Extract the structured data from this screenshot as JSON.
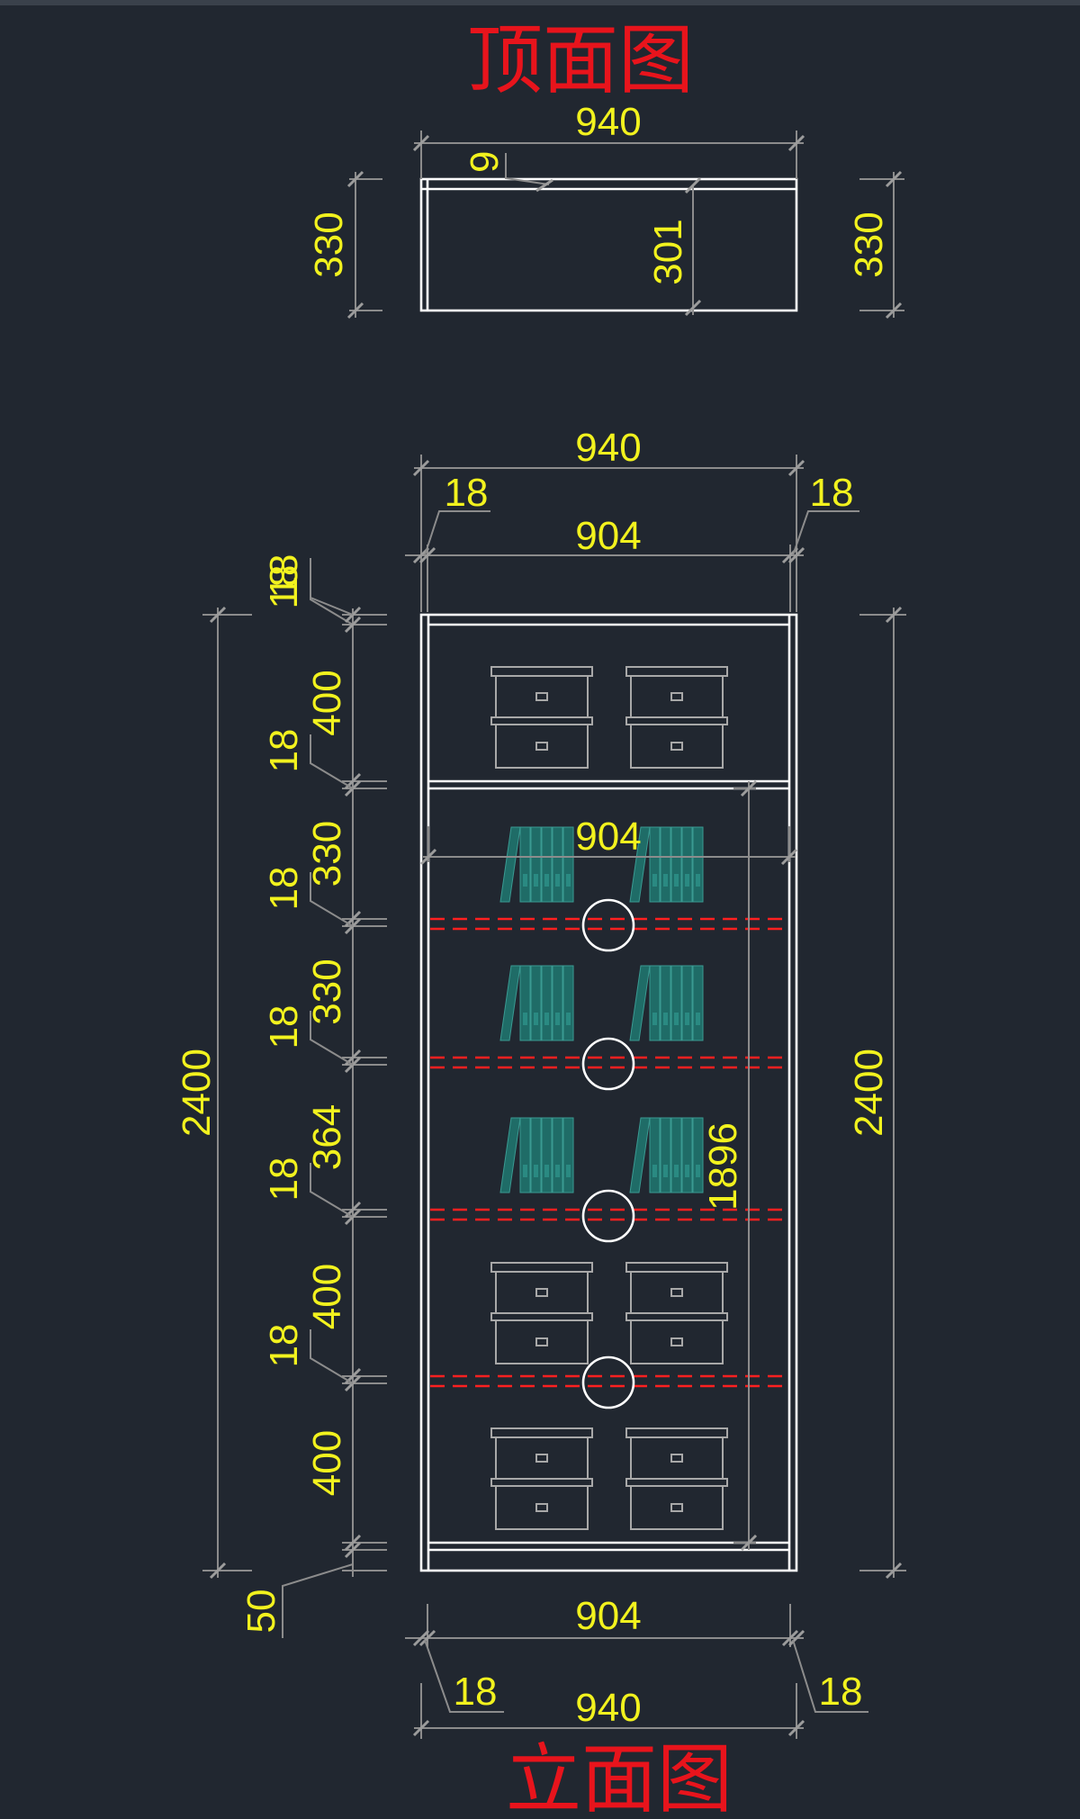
{
  "titles": {
    "top_view": "顶面图",
    "elevation_view": "立面图"
  },
  "top_view_dims": {
    "overall_width": "940",
    "thickness": "9",
    "depth_left": "330",
    "depth_right": "330",
    "inner_depth": "301"
  },
  "elevation_dims": {
    "top_overall_width": "940",
    "top_inner_width": "904",
    "top_left_panel": "18",
    "top_right_panel": "18",
    "bottom_inner_width": "904",
    "bottom_overall_width": "940",
    "bottom_left_panel": "18",
    "bottom_right_panel": "18",
    "inner_width_mid": "904",
    "total_height_left": "2400",
    "total_height_right": "2400",
    "inner_height": "1896",
    "plinth": "50",
    "sections": [
      {
        "panel": "18",
        "height": "400"
      },
      {
        "panel": "18",
        "height": "330"
      },
      {
        "panel": "18",
        "height": "330"
      },
      {
        "panel": "18",
        "height": "364"
      },
      {
        "panel": "18",
        "height": "400"
      },
      {
        "panel": "18",
        "height": "400"
      }
    ],
    "bottom_panel": "18"
  },
  "colors": {
    "background": "#212730",
    "title": "#e8141c",
    "dimension_text": "#f2f21e",
    "shelf_marker": "#ff2020",
    "binder": "#1f6c67"
  }
}
